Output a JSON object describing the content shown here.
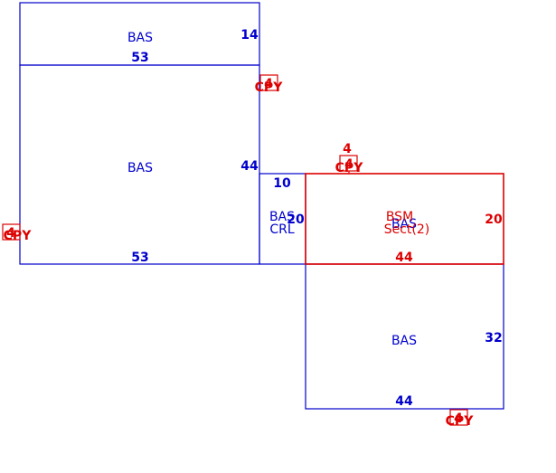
{
  "colors": {
    "main": "#0000cc",
    "secondary": "#dd0000",
    "background": "#ffffff"
  },
  "areas": {
    "top_bas": {
      "label": "BAS",
      "width": "53",
      "height": "14"
    },
    "left_bas": {
      "label": "BAS",
      "top_width": "53",
      "bottom_width": "53",
      "height": "44"
    },
    "bas_crl": {
      "label_line1": "BAS",
      "label_line2": "CRL",
      "width": "10",
      "height": "20"
    },
    "bsm": {
      "label_line1": "BSM",
      "label_line2": "Sect(2)",
      "overlay_label": "BAS",
      "width": "44",
      "height": "20"
    },
    "lower_bas": {
      "label": "BAS",
      "width": "44",
      "height": "32"
    }
  },
  "cpy_markers": {
    "label": "CPY",
    "glyph": "4",
    "top_step": "4"
  }
}
